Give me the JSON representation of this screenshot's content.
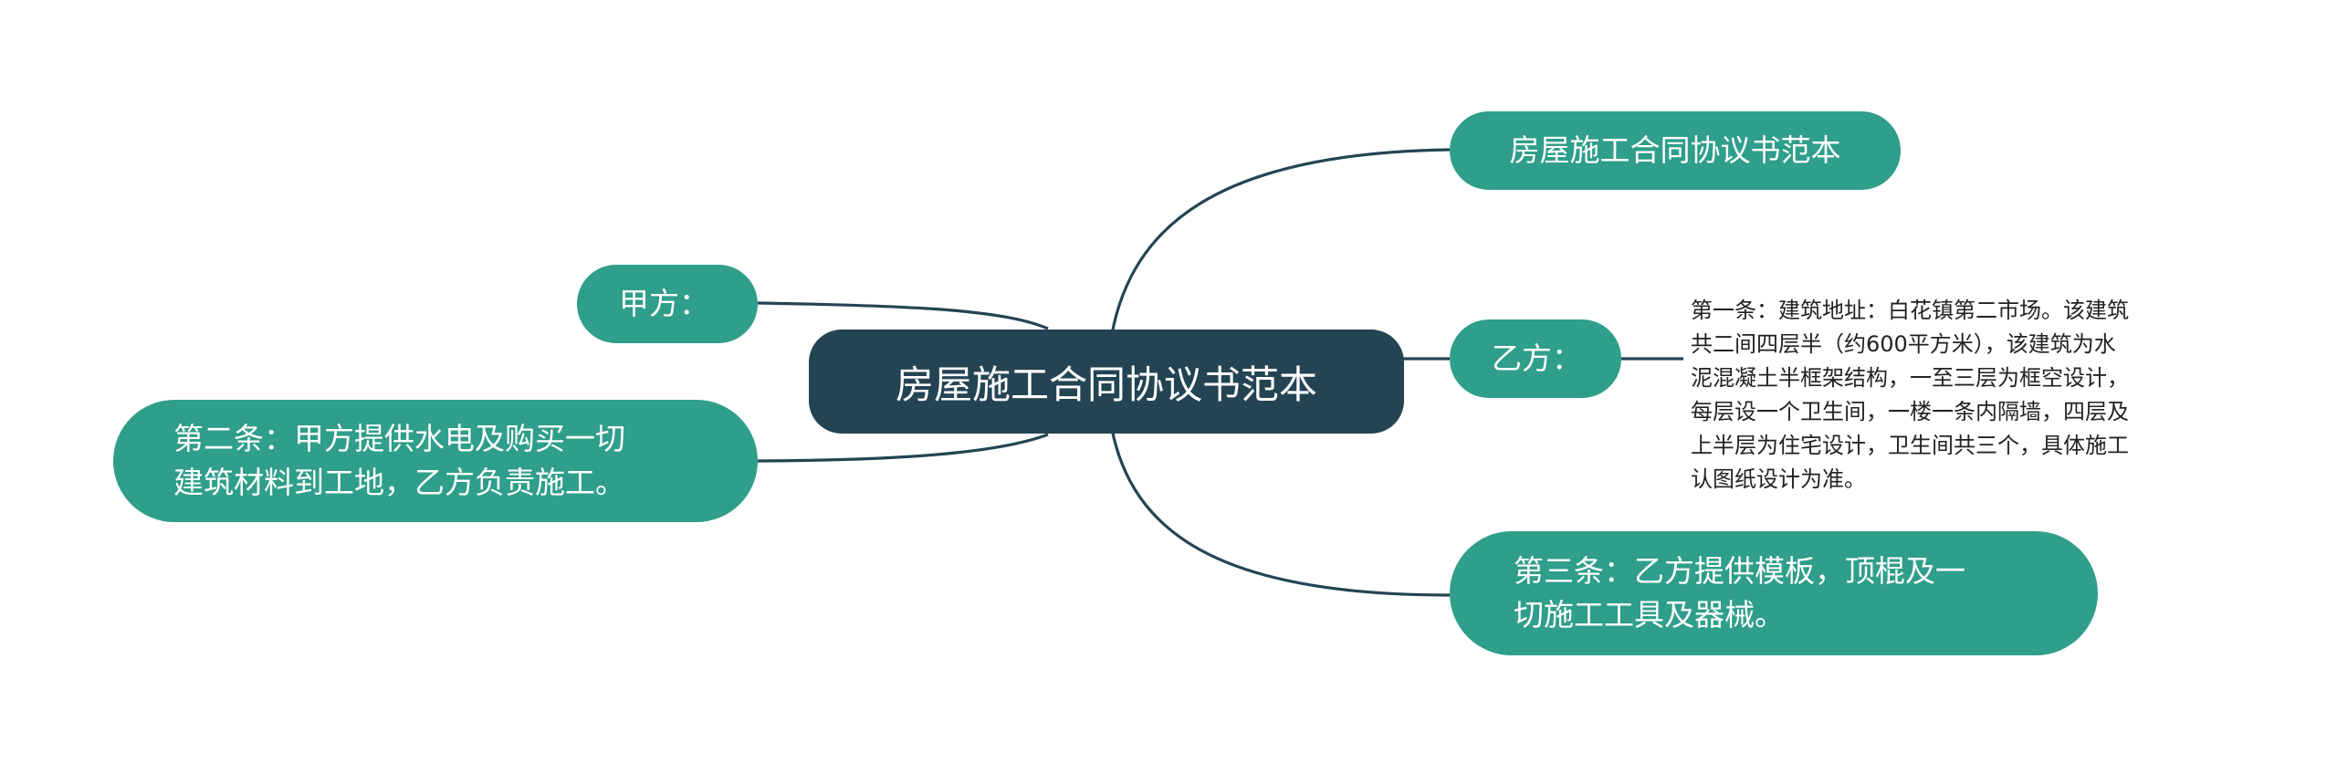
{
  "root": {
    "label": "房屋施工合同协议书范本"
  },
  "nodes": {
    "title_copy": "房屋施工合同协议书范本",
    "party_a": "甲方：",
    "party_b": "乙方：",
    "clause_2": "第二条：甲方提供水电及购买一切\n建筑材料到工地，乙方负责施工。",
    "clause_3": "第三条：乙方提供模板，顶棍及一\n切施工工具及器械。"
  },
  "notes": {
    "clause_1": "第一条：建筑地址：白花镇第二市场。该建筑\n共二间四层半（约600平方米），该建筑为水\n泥混凝土半框架结构，一至三层为框空设计，\n每层设一个卫生间，一楼一条内隔墙，四层及\n上半层为住宅设计，卫生间共三个，具体施工\n认图纸设计为准。"
  },
  "colors": {
    "root": "#244453",
    "node": "#2f9e8a",
    "line": "#244453",
    "text": "#222222"
  }
}
